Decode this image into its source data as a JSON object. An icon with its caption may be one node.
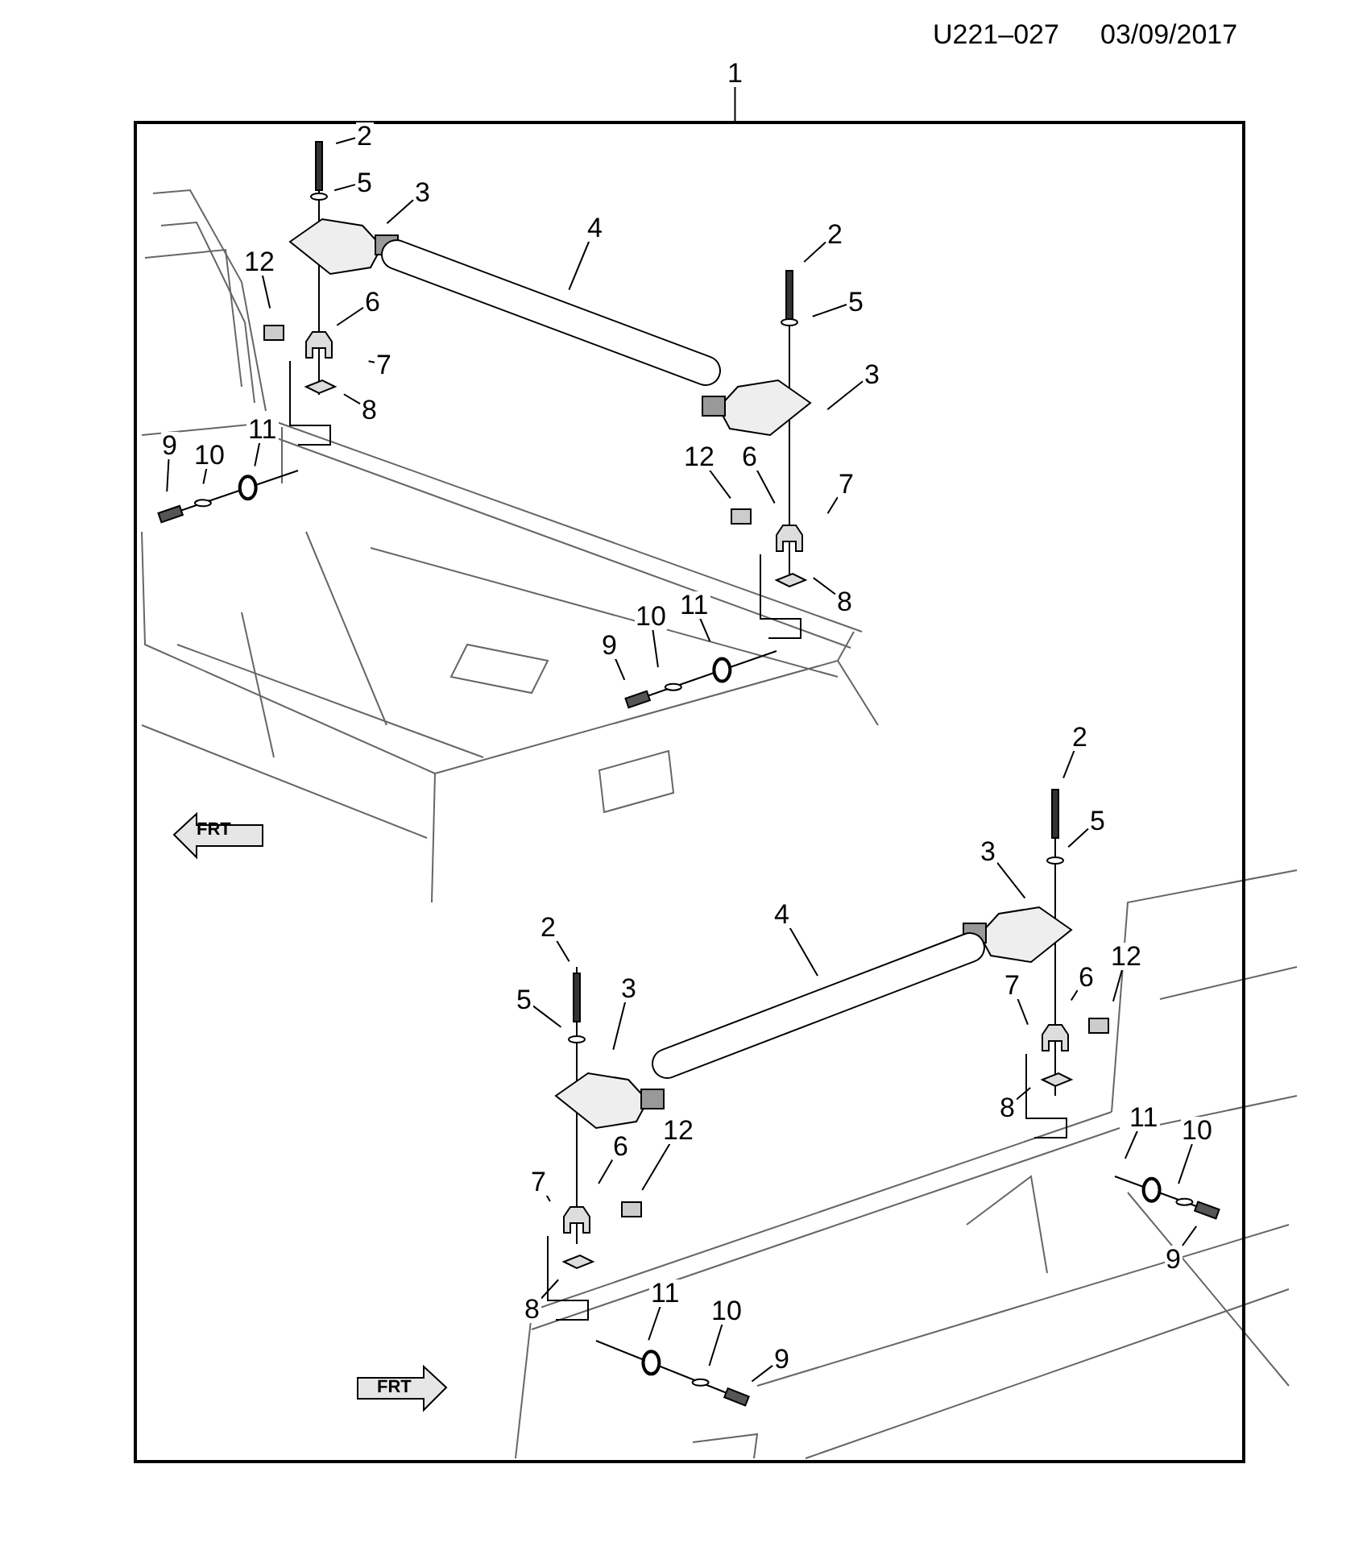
{
  "diagram": {
    "nodes": [
      {
        "text": [],
        "shape": "box"
      },
      {
        "text": [
          "1"
        ]
      },
      {
        "text": [
          "2"
        ],
        "in": 0
      },
      {
        "text": [
          "5"
        ],
        "in": 0
      },
      {
        "text": [
          "3"
        ],
        "in": 0
      },
      {
        "text": [
          "4"
        ],
        "in": 0
      },
      {
        "text": [
          "12"
        ],
        "in": 0
      },
      {
        "text": [
          "6"
        ],
        "in": 0
      },
      {
        "text": [
          "7"
        ],
        "in": 0
      },
      {
        "text": [
          "8"
        ],
        "in": 0
      },
      {
        "text": [
          "9"
        ],
        "in": 0
      },
      {
        "text": [
          "10"
        ],
        "in": 0
      },
      {
        "text": [
          "11"
        ],
        "in": 0
      },
      {
        "text": [
          "2"
        ],
        "in": 0
      },
      {
        "text": [
          "5"
        ],
        "in": 0
      },
      {
        "text": [
          "3"
        ],
        "in": 0
      },
      {
        "text": [
          "12"
        ],
        "in": 0
      },
      {
        "text": [
          "6"
        ],
        "in": 0
      },
      {
        "text": [
          "7"
        ],
        "in": 0
      },
      {
        "text": [
          "8"
        ],
        "in": 0
      },
      {
        "text": [
          "9"
        ],
        "in": 0
      },
      {
        "text": [
          "10"
        ],
        "in": 0
      },
      {
        "text": [
          "11"
        ],
        "in": 0
      },
      {
        "text": [
          "2"
        ],
        "in": 0
      },
      {
        "text": [
          "5"
        ],
        "in": 0
      },
      {
        "text": [
          "3"
        ],
        "in": 0
      },
      {
        "text": [
          "4"
        ],
        "in": 0
      },
      {
        "text": [
          "12"
        ],
        "in": 0
      },
      {
        "text": [
          "6"
        ],
        "in": 0
      },
      {
        "text": [
          "7"
        ],
        "in": 0
      },
      {
        "text": [
          "8"
        ],
        "in": 0
      },
      {
        "text": [
          "11"
        ],
        "in": 0
      },
      {
        "text": [
          "10"
        ],
        "in": 0
      },
      {
        "text": [
          "9"
        ],
        "in": 0
      },
      {
        "text": [
          "2"
        ],
        "in": 0
      },
      {
        "text": [
          "5"
        ],
        "in": 0
      },
      {
        "text": [
          "3"
        ],
        "in": 0
      },
      {
        "text": [
          "12"
        ],
        "in": 0
      },
      {
        "text": [
          "6"
        ],
        "in": 0
      },
      {
        "text": [
          "7"
        ],
        "in": 0
      },
      {
        "text": [
          "8"
        ],
        "in": 0
      },
      {
        "text": [
          "11"
        ],
        "in": 0
      },
      {
        "text": [
          "10"
        ],
        "in": 0
      },
      {
        "text": [
          "9"
        ],
        "in": 0
      }
    ],
    "edges": [
      {
        "from": 1,
        "to": 0,
        "arrow": "none"
      },
      {
        "from": 2,
        "to": null,
        "arrow": "none"
      },
      {
        "from": 3,
        "to": null,
        "arrow": "none"
      },
      {
        "from": 4,
        "to": null,
        "arrow": "none"
      },
      {
        "from": 5,
        "to": null,
        "arrow": "none"
      },
      {
        "from": 6,
        "to": null,
        "arrow": "none"
      },
      {
        "from": 7,
        "to": null,
        "arrow": "none"
      },
      {
        "from": 8,
        "to": null,
        "arrow": "none"
      },
      {
        "from": 9,
        "to": null,
        "arrow": "none"
      },
      {
        "from": 10,
        "to": null,
        "arrow": "none"
      },
      {
        "from": 11,
        "to": null,
        "arrow": "none"
      },
      {
        "from": 12,
        "to": null,
        "arrow": "none"
      },
      {
        "from": 13,
        "to": null,
        "arrow": "none"
      },
      {
        "from": 14,
        "to": null,
        "arrow": "none"
      },
      {
        "from": 15,
        "to": null,
        "arrow": "none"
      },
      {
        "from": 16,
        "to": null,
        "arrow": "none"
      },
      {
        "from": 17,
        "to": null,
        "arrow": "none"
      },
      {
        "from": 18,
        "to": null,
        "arrow": "none"
      },
      {
        "from": 19,
        "to": null,
        "arrow": "none"
      },
      {
        "from": 20,
        "to": null,
        "arrow": "none"
      },
      {
        "from": 21,
        "to": null,
        "arrow": "none"
      },
      {
        "from": 22,
        "to": null,
        "arrow": "none"
      },
      {
        "from": 23,
        "to": null,
        "arrow": "none"
      },
      {
        "from": 24,
        "to": null,
        "arrow": "none"
      },
      {
        "from": 25,
        "to": null,
        "arrow": "none"
      },
      {
        "from": 26,
        "to": null,
        "arrow": "none"
      },
      {
        "from": 27,
        "to": null,
        "arrow": "none"
      },
      {
        "from": 28,
        "to": null,
        "arrow": "none"
      },
      {
        "from": 29,
        "to": null,
        "arrow": "none"
      },
      {
        "from": 30,
        "to": null,
        "arrow": "none"
      },
      {
        "from": 31,
        "to": null,
        "arrow": "none"
      },
      {
        "from": 32,
        "to": null,
        "arrow": "none"
      },
      {
        "from": 33,
        "to": null,
        "arrow": "none"
      },
      {
        "from": 34,
        "to": null,
        "arrow": "none"
      },
      {
        "from": 35,
        "to": null,
        "arrow": "none"
      },
      {
        "from": 36,
        "to": null,
        "arrow": "none"
      },
      {
        "from": 37,
        "to": null,
        "arrow": "none"
      },
      {
        "from": 38,
        "to": null,
        "arrow": "none"
      },
      {
        "from": 39,
        "to": null,
        "arrow": "none"
      },
      {
        "from": 40,
        "to": null,
        "arrow": "none"
      },
      {
        "from": 41,
        "to": null,
        "arrow": "none"
      },
      {
        "from": 42,
        "to": null,
        "arrow": "none"
      },
      {
        "from": 43,
        "to": null,
        "arrow": "none"
      }
    ],
    "labels": [
      "U221–027",
      "03/09/2017",
      "FRT",
      "FRT"
    ]
  }
}
